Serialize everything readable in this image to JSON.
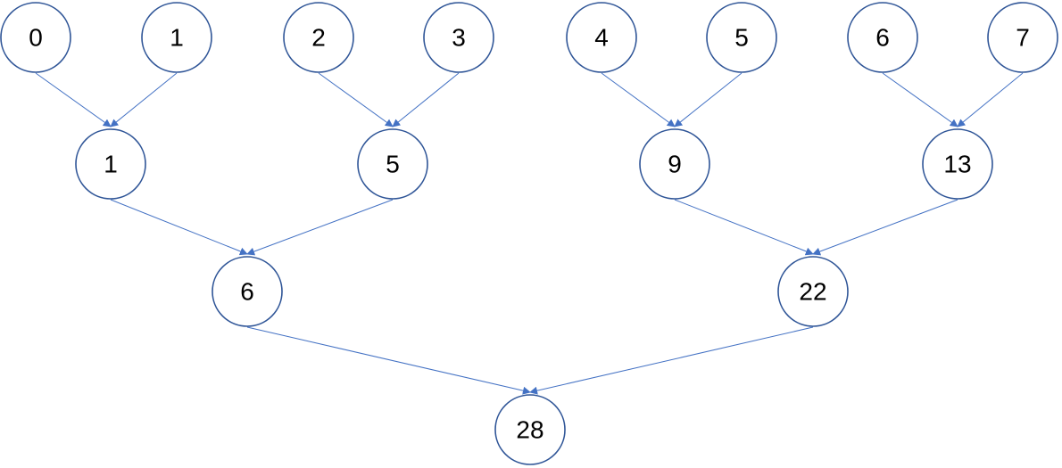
{
  "diagram": {
    "type": "reduction-tree",
    "colors": {
      "node_stroke": "#2f5597",
      "edge": "#4472c4",
      "text": "#000000",
      "background": "#ffffff"
    },
    "levels": [
      {
        "nodes": [
          {
            "id": "l0n0",
            "label": "0"
          },
          {
            "id": "l0n1",
            "label": "1"
          },
          {
            "id": "l0n2",
            "label": "2"
          },
          {
            "id": "l0n3",
            "label": "3"
          },
          {
            "id": "l0n4",
            "label": "4"
          },
          {
            "id": "l0n5",
            "label": "5"
          },
          {
            "id": "l0n6",
            "label": "6"
          },
          {
            "id": "l0n7",
            "label": "7"
          }
        ]
      },
      {
        "nodes": [
          {
            "id": "l1n0",
            "label": "1"
          },
          {
            "id": "l1n1",
            "label": "5"
          },
          {
            "id": "l1n2",
            "label": "9"
          },
          {
            "id": "l1n3",
            "label": "13"
          }
        ]
      },
      {
        "nodes": [
          {
            "id": "l2n0",
            "label": "6"
          },
          {
            "id": "l2n1",
            "label": "22"
          }
        ]
      },
      {
        "nodes": [
          {
            "id": "l3n0",
            "label": "28"
          }
        ]
      }
    ],
    "edges": [
      {
        "from": "l0n0",
        "to": "l1n0"
      },
      {
        "from": "l0n1",
        "to": "l1n0"
      },
      {
        "from": "l0n2",
        "to": "l1n1"
      },
      {
        "from": "l0n3",
        "to": "l1n1"
      },
      {
        "from": "l0n4",
        "to": "l1n2"
      },
      {
        "from": "l0n5",
        "to": "l1n2"
      },
      {
        "from": "l0n6",
        "to": "l1n3"
      },
      {
        "from": "l0n7",
        "to": "l1n3"
      },
      {
        "from": "l1n0",
        "to": "l2n0"
      },
      {
        "from": "l1n1",
        "to": "l2n0"
      },
      {
        "from": "l1n2",
        "to": "l2n1"
      },
      {
        "from": "l1n3",
        "to": "l2n1"
      },
      {
        "from": "l2n0",
        "to": "l3n0"
      },
      {
        "from": "l2n1",
        "to": "l3n0"
      }
    ]
  }
}
